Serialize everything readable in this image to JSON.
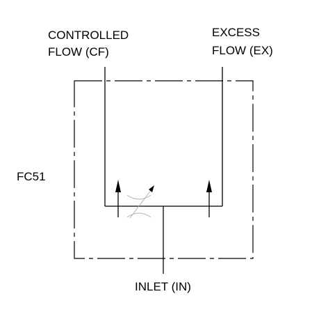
{
  "labels": {
    "controlled_line1": "CONTROLLED",
    "controlled_line2": "FLOW (CF)",
    "excess_line1": "EXCESS",
    "excess_line2": "FLOW (EX)",
    "model": "FC51",
    "inlet": "INLET (IN)"
  },
  "colors": {
    "line": "#000000",
    "variable_symbol": "#b0b0b0"
  }
}
